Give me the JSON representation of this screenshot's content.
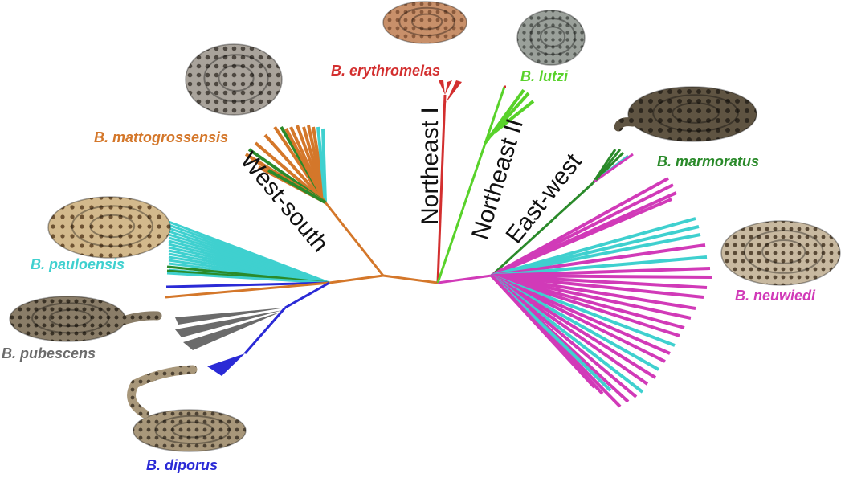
{
  "diagram": {
    "type": "unrooted phylogenetic tree",
    "colors": {
      "trunk_west": "#d4772a",
      "trunk_east": "#d13ab8",
      "erythromelas": "#d32f2f",
      "lutzi": "#58d22a",
      "marmoratus": "#2a8a2a",
      "neuwiedi": "#d13ab8",
      "mattogrossensis": "#d4772a",
      "pauloensis": "#3fd0cf",
      "pubescens": "#6b6b6b",
      "diporus": "#2a2ad6",
      "clade_text": "#111111"
    },
    "species": {
      "erythromelas": "B. erythromelas",
      "lutzi": "B. lutzi",
      "marmoratus": "B. marmoratus",
      "mattogrossensis": "B. mattogrossensis",
      "pauloensis": "B. pauloensis",
      "pubescens": "B. pubescens",
      "diporus": "B. diporus",
      "neuwiedi": "B. neuwiedi"
    },
    "clades": {
      "west_south": "West-south",
      "northeast_1": "Northeast I",
      "northeast_2": "Northeast II",
      "east_west": "East-west"
    },
    "photos": [
      {
        "name": "erythromelas-snake-photo",
        "pattern": "erythromelas"
      },
      {
        "name": "lutzi-snake-photo",
        "pattern": "lutzi"
      },
      {
        "name": "mattogrossensis-snake-photo",
        "pattern": "mattogrossensis"
      },
      {
        "name": "marmoratus-snake-photo",
        "pattern": "marmoratus"
      },
      {
        "name": "pauloensis-snake-photo",
        "pattern": "pauloensis"
      },
      {
        "name": "neuwiedi-snake-photo",
        "pattern": "neuwiedi"
      },
      {
        "name": "pubescens-snake-photo",
        "pattern": "pubescens"
      },
      {
        "name": "diporus-snake-photo",
        "pattern": "diporus"
      }
    ]
  }
}
